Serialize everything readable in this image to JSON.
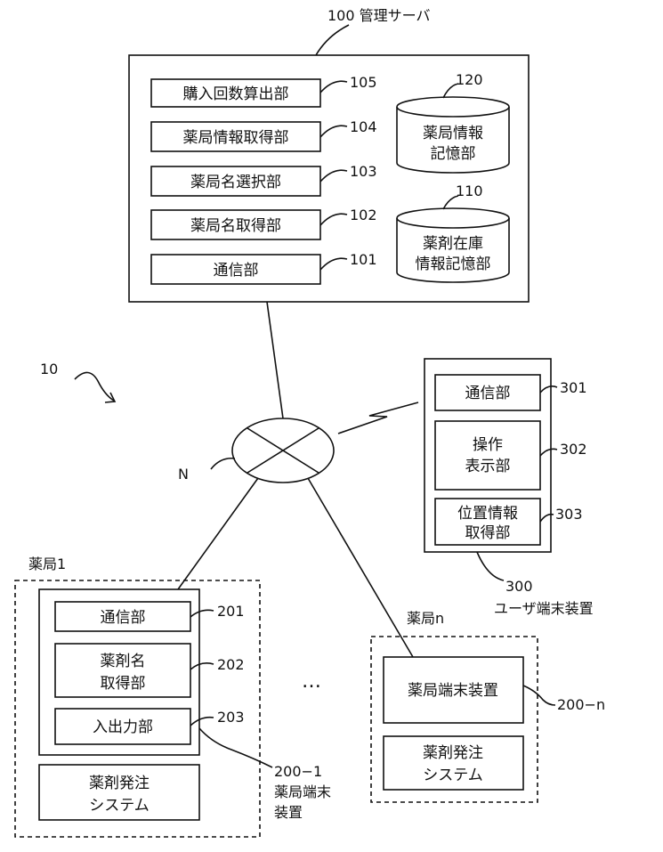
{
  "server": {
    "label": "100 管理サーバ",
    "units": [
      {
        "name": "購入回数算出部",
        "ref": "105"
      },
      {
        "name": "薬局情報取得部",
        "ref": "104"
      },
      {
        "name": "薬局名選択部",
        "ref": "103"
      },
      {
        "name": "薬局名取得部",
        "ref": "102"
      },
      {
        "name": "通信部",
        "ref": "101"
      }
    ],
    "storage": [
      {
        "ref": "120",
        "lines": [
          "薬局情報",
          "記憶部"
        ]
      },
      {
        "ref": "110",
        "lines": [
          "薬剤在庫",
          "情報記憶部"
        ]
      }
    ]
  },
  "system_ref": "10",
  "network_label": "N",
  "user_terminal": {
    "ref": "300",
    "name": "ユーザ端末装置",
    "units": [
      {
        "lines": [
          "通信部"
        ],
        "ref": "301"
      },
      {
        "lines": [
          "操作",
          "表示部"
        ],
        "ref": "302"
      },
      {
        "lines": [
          "位置情報",
          "取得部"
        ],
        "ref": "303"
      }
    ]
  },
  "pharmacy_1": {
    "label": "薬局1",
    "units": [
      {
        "lines": [
          "通信部"
        ],
        "ref": "201"
      },
      {
        "lines": [
          "薬剤名",
          "取得部"
        ],
        "ref": "202"
      },
      {
        "lines": [
          "入出力部"
        ],
        "ref": "203"
      }
    ],
    "terminal_ref": "200−1",
    "terminal_name": [
      "薬局端末",
      "装置"
    ],
    "order_system": [
      "薬剤発注",
      "システム"
    ]
  },
  "ellipsis": "…",
  "pharmacy_n": {
    "label": "薬局n",
    "terminal": "薬局端末装置",
    "terminal_ref": "200−n",
    "order_system": [
      "薬剤発注",
      "システム"
    ]
  }
}
